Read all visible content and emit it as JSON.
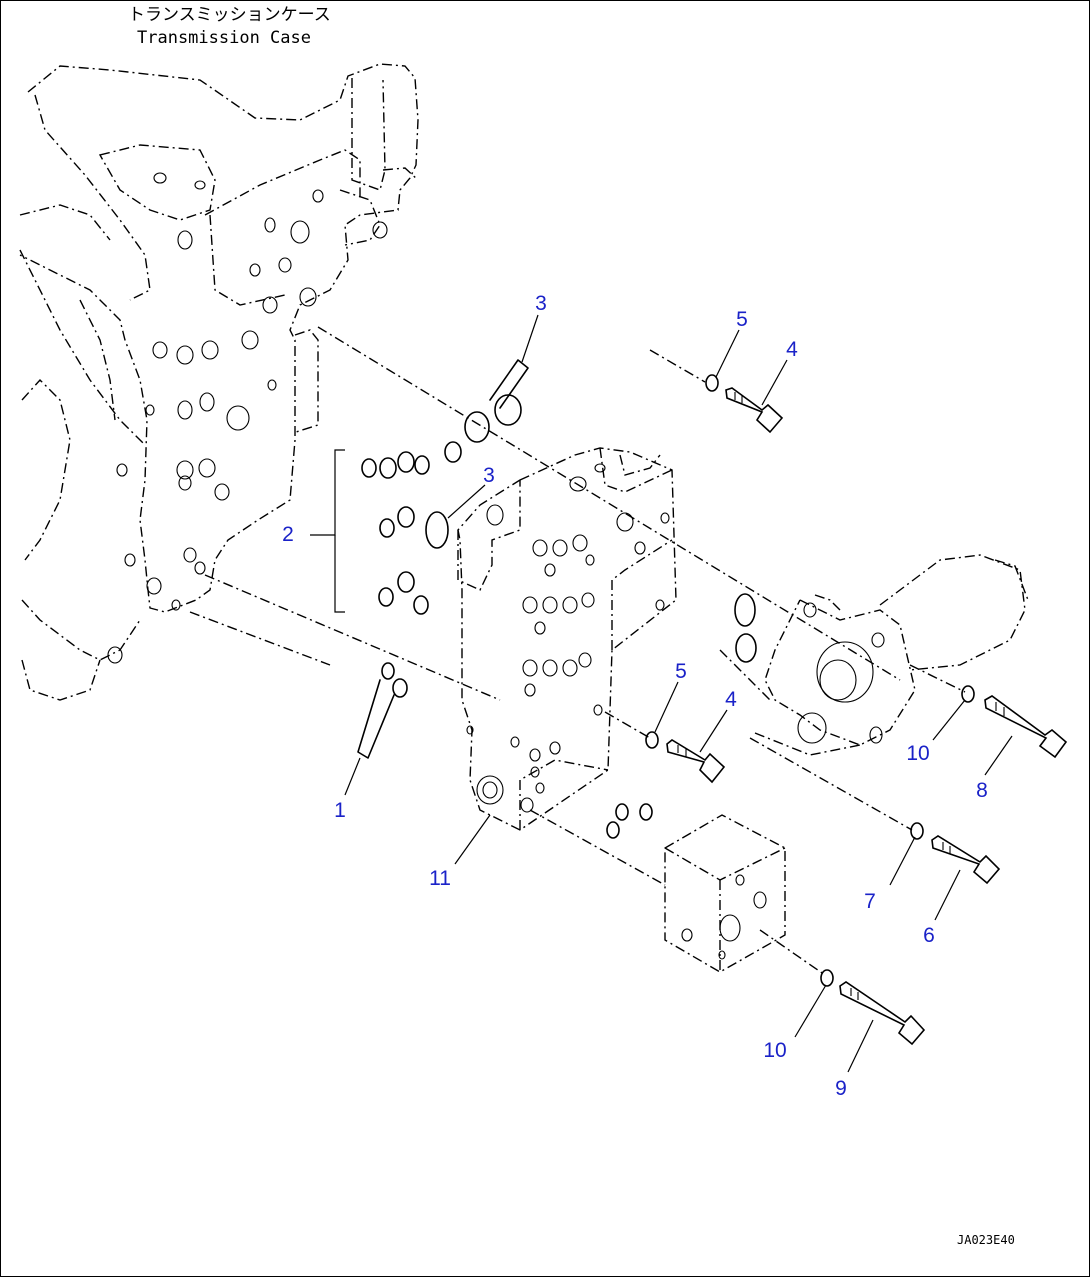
{
  "caption": {
    "japanese": "トランスミッションケース",
    "english": "Transmission Case"
  },
  "drawing_code": "JA023E40",
  "callouts": [
    {
      "id": "c1",
      "label": "1"
    },
    {
      "id": "c2",
      "label": "2"
    },
    {
      "id": "c3a",
      "label": "3"
    },
    {
      "id": "c3b",
      "label": "3"
    },
    {
      "id": "c4a",
      "label": "4"
    },
    {
      "id": "c4b",
      "label": "4"
    },
    {
      "id": "c5a",
      "label": "5"
    },
    {
      "id": "c5b",
      "label": "5"
    },
    {
      "id": "c6",
      "label": "6"
    },
    {
      "id": "c7",
      "label": "7"
    },
    {
      "id": "c8",
      "label": "8"
    },
    {
      "id": "c9",
      "label": "9"
    },
    {
      "id": "c10a",
      "label": "10"
    },
    {
      "id": "c10b",
      "label": "10"
    },
    {
      "id": "c11",
      "label": "11"
    }
  ],
  "colors": {
    "callout": "#1a22c8",
    "line": "#000000",
    "background": "#ffffff"
  }
}
